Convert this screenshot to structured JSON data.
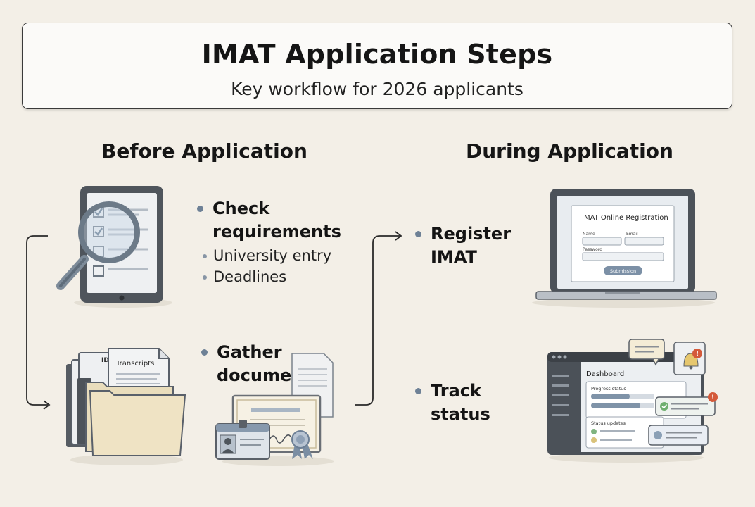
{
  "header": {
    "title": "IMAT Application Steps",
    "subtitle": "Key workflow for 2026 applicants"
  },
  "sections": {
    "before": "Before Application",
    "during": "During Application"
  },
  "steps": {
    "check": {
      "label_line1": "Check",
      "label_line2": "requirements",
      "sub_items": [
        "University entry",
        "Deadlines"
      ]
    },
    "gather": {
      "label_line1": "Gather",
      "label_line2": "documents"
    },
    "register": {
      "label_line1": "Register",
      "label_line2": "IMAT"
    },
    "track": {
      "label_line1": "Track",
      "label_line2": "status"
    }
  },
  "illustrations": {
    "documents": {
      "id_label": "ID",
      "transcripts_label": "Transcripts"
    },
    "registration_form": {
      "title": "IMAT Online Registration",
      "name_label": "Name",
      "email_label": "Email",
      "password_label": "Password",
      "submit_label": "Submission"
    },
    "dashboard": {
      "title": "Dashboard",
      "progress_label": "Progress status",
      "updates_label": "Status updates",
      "alert_mark": "!"
    }
  },
  "colors": {
    "background": "#f3efe7",
    "accent_blue": "#6e8196",
    "folder": "#efe3c4",
    "dark_frame": "#4a4f55"
  }
}
